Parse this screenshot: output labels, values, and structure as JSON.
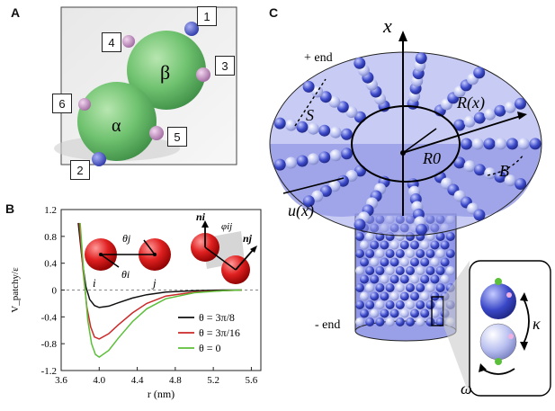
{
  "panels": {
    "a": {
      "letter": "A",
      "monomers": [
        "β",
        "α"
      ],
      "patches": [
        "1",
        "2",
        "3",
        "4",
        "5",
        "6"
      ]
    },
    "b": {
      "letter": "B",
      "ylabel": "V_patchy/ε",
      "xlabel": "r (nm)",
      "inset_labels": {
        "i": "i",
        "j": "j",
        "theta_i": "θi",
        "theta_j": "θj",
        "n_i": "ni",
        "n_j": "nj",
        "phi_ij": "φij"
      }
    },
    "c": {
      "letter": "C",
      "labels": {
        "x": "x",
        "plus_end": "+ end",
        "minus_end": "- end",
        "S": "S",
        "R_x": "R(x)",
        "R0": "R0",
        "u_x": "u(x)",
        "B": "B",
        "kappa": "κ",
        "omega": "ω"
      },
      "colors": {
        "bead_dark": "#3a48c8",
        "bead_light": "#b8bff0",
        "funnel_fill": "#8a90e0"
      }
    }
  },
  "chart_data": {
    "type": "line",
    "xlabel": "r (nm)",
    "ylabel": "V_patchy/ε",
    "xlim": [
      3.6,
      5.7
    ],
    "ylim": [
      -1.2,
      1.2
    ],
    "xticks": [
      "3.6",
      "4.0",
      "4.4",
      "4.8",
      "5.2",
      "5.6"
    ],
    "yticks": [
      "1.2",
      "0.8",
      "0.4",
      "0",
      "-0.4",
      "-0.8",
      "-1.2"
    ],
    "legend_position": "lower-right",
    "series": [
      {
        "name": "θ = 3π/8",
        "color": "#111111",
        "x": [
          3.78,
          3.82,
          3.86,
          3.9,
          3.95,
          4.0,
          4.1,
          4.2,
          4.35,
          4.5,
          4.7,
          5.0,
          5.3,
          5.5
        ],
        "y": [
          1.0,
          0.45,
          0.05,
          -0.14,
          -0.23,
          -0.26,
          -0.24,
          -0.19,
          -0.12,
          -0.07,
          -0.03,
          -0.01,
          0,
          0
        ]
      },
      {
        "name": "θ = 3π/16",
        "color": "#cc2a2a",
        "x": [
          3.79,
          3.83,
          3.87,
          3.91,
          3.95,
          4.0,
          4.1,
          4.2,
          4.35,
          4.5,
          4.7,
          5.0,
          5.3,
          5.5
        ],
        "y": [
          1.0,
          0.3,
          -0.25,
          -0.55,
          -0.7,
          -0.73,
          -0.65,
          -0.52,
          -0.34,
          -0.2,
          -0.09,
          -0.03,
          -0.01,
          0
        ]
      },
      {
        "name": "θ = 0",
        "color": "#5bbf3a",
        "x": [
          3.8,
          3.84,
          3.88,
          3.92,
          3.96,
          4.0,
          4.1,
          4.2,
          4.35,
          4.5,
          4.7,
          5.0,
          5.3,
          5.5
        ],
        "y": [
          1.0,
          0.2,
          -0.45,
          -0.8,
          -0.96,
          -1.0,
          -0.9,
          -0.72,
          -0.47,
          -0.28,
          -0.13,
          -0.04,
          -0.01,
          0
        ]
      }
    ]
  }
}
